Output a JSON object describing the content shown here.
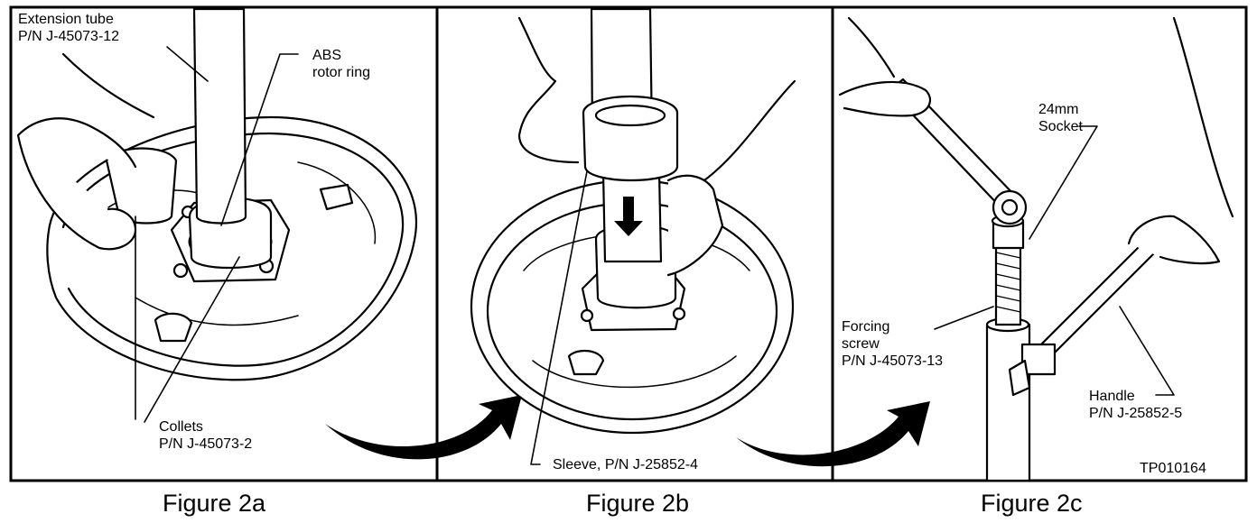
{
  "figures": [
    {
      "caption": "Figure 2a",
      "labels": {
        "extension_tube": [
          "Extension tube",
          "P/N J-45073-12"
        ],
        "abs_rotor_ring": [
          "ABS",
          "rotor ring"
        ],
        "collets": [
          "Collets",
          "P/N J-45073-2"
        ]
      }
    },
    {
      "caption": "Figure 2b",
      "labels": {
        "sleeve": [
          "Sleeve, P/N J-25852-4"
        ]
      }
    },
    {
      "caption": "Figure 2c",
      "labels": {
        "socket": [
          "24mm",
          "Socket"
        ],
        "forcing_screw": [
          "Forcing",
          "screw",
          "P/N J-45073-13"
        ],
        "handle": [
          "Handle",
          "P/N J-25852-5"
        ]
      }
    }
  ],
  "drawing_number": "TP010164",
  "colors": {
    "ink": "#000000",
    "paper": "#ffffff",
    "hatch": "#555555"
  }
}
